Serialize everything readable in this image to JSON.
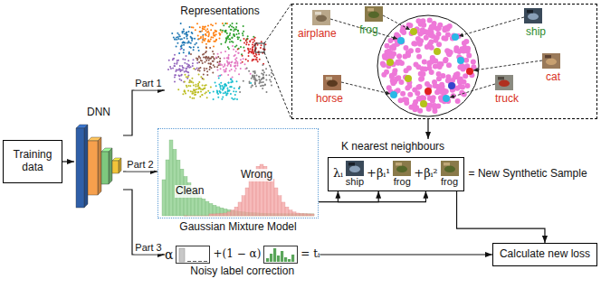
{
  "diagram": {
    "nodes": [
      {
        "text": [
          "Training data"
        ]
      },
      {
        "text": [
          "DNN"
        ]
      },
      {
        "text": [
          "Representations"
        ]
      },
      {
        "text": [
          "airplane",
          "frog",
          "ship",
          "cat",
          "horse",
          "truck"
        ]
      },
      {
        "text": [
          "Clean",
          "Wrong",
          "Gaussian Mixture Model"
        ]
      },
      {
        "text": [
          "K nearest neighbours",
          "λᵢ",
          "ship",
          "+βᵢ¹",
          "frog",
          "+βᵢ²",
          "frog"
        ]
      },
      {
        "text": [
          "α",
          "+(1 − α)",
          "= tᵢ",
          "Noisy label correction"
        ]
      },
      {
        "text": [
          "Calculate new loss"
        ]
      }
    ],
    "edges": [
      {
        "from": 0,
        "to": 1,
        "arrow": "to"
      },
      {
        "from": 1,
        "to": 2,
        "arrow": "to",
        "label": "Part 1"
      },
      {
        "from": 1,
        "to": 4,
        "arrow": "to",
        "label": "Part 2"
      },
      {
        "from": 1,
        "to": 6,
        "arrow": "to",
        "label": "Part 3"
      },
      {
        "from": 3,
        "to": 5,
        "arrow": "to"
      },
      {
        "from": 4,
        "to": 5,
        "arrow": "to"
      },
      {
        "from": 5,
        "to": 7,
        "arrow": "to"
      },
      {
        "from": 6,
        "to": 7,
        "arrow": "to"
      }
    ],
    "labels": [
      "= New Synthetic Sample"
    ]
  }
}
